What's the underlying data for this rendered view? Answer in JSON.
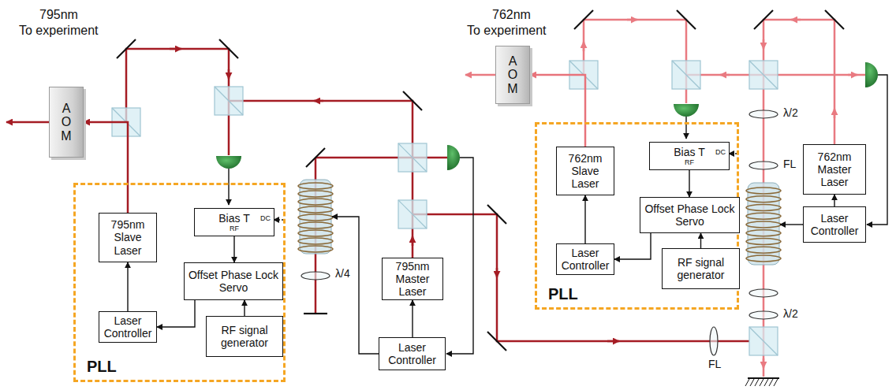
{
  "diagram": {
    "nodes": [
      {
        "text": [
          "PLL"
        ]
      },
      {
        "text": [
          "795nm Slave Laser"
        ],
        "in": 0
      },
      {
        "text": [
          "Bias T",
          "RF",
          "DC"
        ],
        "in": 0
      },
      {
        "text": [
          "Offset Phase Lock Servo"
        ],
        "in": 0
      },
      {
        "text": [
          "Laser Controller"
        ],
        "in": 0
      },
      {
        "text": [
          "RF signal generator"
        ],
        "in": 0
      },
      {
        "text": [
          "795nm Master Laser"
        ]
      },
      {
        "text": [
          "Laser Controller"
        ]
      },
      {
        "text": [
          "A O M"
        ]
      },
      {
        "text": [
          "PLL"
        ]
      },
      {
        "text": [
          "762nm Slave Laser"
        ],
        "in": 9
      },
      {
        "text": [
          "Bias T",
          "RF",
          "DC"
        ],
        "in": 9
      },
      {
        "text": [
          "Offset Phase Lock Servo"
        ],
        "in": 9
      },
      {
        "text": [
          "Laser Controller"
        ],
        "in": 9
      },
      {
        "text": [
          "RF signal generator"
        ],
        "in": 9
      },
      {
        "text": [
          "762nm Master Laser"
        ]
      },
      {
        "text": [
          "Laser Controller"
        ]
      },
      {
        "text": [
          "A O M"
        ]
      }
    ],
    "edges": [
      {
        "from": 2,
        "to": 3,
        "arrow": "to"
      },
      {
        "from": 3,
        "to": 4,
        "arrow": "to"
      },
      {
        "from": 5,
        "to": 3,
        "arrow": "to"
      },
      {
        "from": 4,
        "to": 1,
        "arrow": "to"
      },
      {
        "from": 7,
        "to": 6,
        "arrow": "to"
      },
      {
        "from": 1,
        "to": 8,
        "arrow": "to"
      },
      {
        "from": 12,
        "to": 13,
        "arrow": "to"
      },
      {
        "from": 11,
        "to": 12,
        "arrow": "to"
      },
      {
        "from": 14,
        "to": 12,
        "arrow": "to"
      },
      {
        "from": 13,
        "to": 10,
        "arrow": "to"
      },
      {
        "from": 16,
        "to": 15,
        "arrow": "to"
      },
      {
        "from": 10,
        "to": 17,
        "arrow": "to"
      }
    ],
    "labels": [
      "795nm",
      "To experiment",
      "λ/4",
      "762nm",
      "To experiment",
      "λ/2",
      "FL",
      "λ/2",
      "FL"
    ]
  }
}
